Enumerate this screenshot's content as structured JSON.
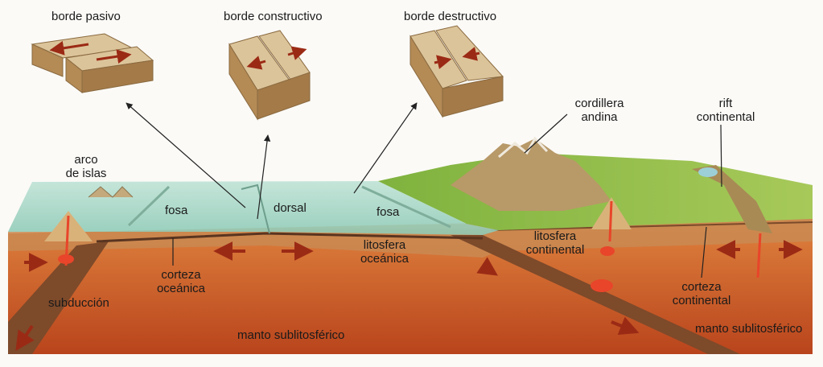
{
  "labels": {
    "borde_pasivo": "borde pasivo",
    "borde_constructivo": "borde constructivo",
    "borde_destructivo": "borde destructivo",
    "cordillera_andina": "cordillera\nandina",
    "rift_continental": "rift\ncontinental",
    "arco_de_islas": "arco\nde islas",
    "fosa_left": "fosa",
    "dorsal": "dorsal",
    "fosa_right": "fosa",
    "litosfera_oceanica": "litosfera\noceánica",
    "litosfera_continental": "litosfera\ncontinental",
    "corteza_oceanica": "corteza\noceánica",
    "subduccion": "subducción",
    "manto_sublitosferico_center": "manto sublitosférico",
    "corteza_continental": "corteza\ncontinental",
    "manto_sublitosferico_right": "manto sublitosférico"
  },
  "colors": {
    "ocean": "#a9d8c8",
    "ocean_deep": "#8cc7b4",
    "crust": "#c08a55",
    "mantle_top": "#d9773a",
    "mantle_bottom": "#b8431d",
    "land_green": "#8fbf4a",
    "mountain": "#b89a6a",
    "block_top": "#dcc49a",
    "block_side": "#b48a55",
    "arrow": "#9b2a15",
    "magma": "#e8452a"
  }
}
